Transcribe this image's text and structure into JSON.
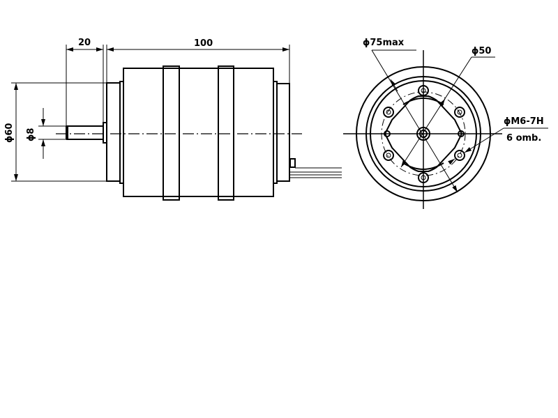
{
  "drawing": {
    "side_view": {
      "dim_shaft_length": "20",
      "dim_body_length": "100",
      "dim_body_diameter": "ϕ60",
      "dim_shaft_diameter": "ϕ8"
    },
    "front_view": {
      "dim_outer_diameter": "ϕ75max",
      "dim_bolt_circle": "ϕ50",
      "dim_thread": "ϕM6-7H",
      "dim_thread_count": "6 omb."
    },
    "line_color": "#000000",
    "background_color": "#ffffff"
  }
}
